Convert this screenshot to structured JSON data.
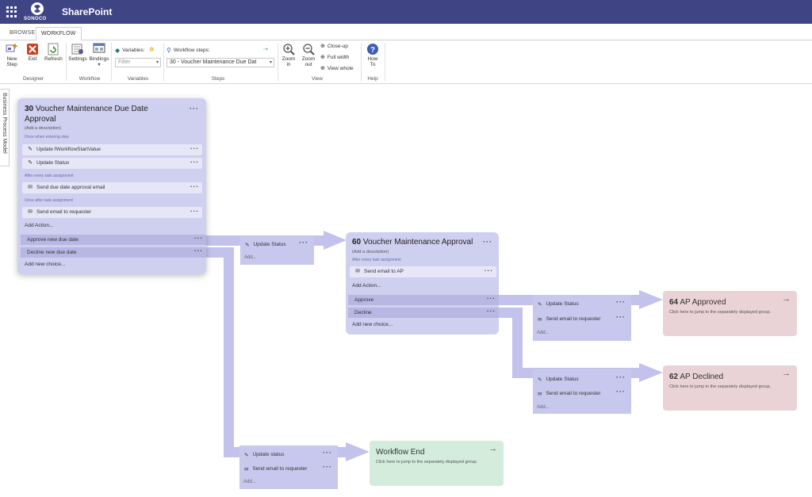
{
  "app": {
    "suite_title": "SharePoint",
    "logo_text": "SONOCO"
  },
  "tabs": [
    "BROWSE",
    "WORKFLOW"
  ],
  "ribbon": {
    "designer": {
      "new_step_1": "New",
      "new_step_2": "Step",
      "exit": "Exit",
      "refresh": "Refresh",
      "group": "Designer"
    },
    "workflow": {
      "settings": "Settings",
      "bindings": "Bindings",
      "group": "Workflow"
    },
    "variables": {
      "label": "Variables:",
      "filter_placeholder": "Filter",
      "group": "Variables"
    },
    "steps": {
      "label": "Workflow steps:",
      "selected": "30 - Voucher Maintenance Due Dat",
      "group": "Steps"
    },
    "view": {
      "zoom_in_1": "Zoom",
      "zoom_in_2": "in",
      "zoom_out_1": "Zoom",
      "zoom_out_2": "out",
      "close_up": "Close-up",
      "full_width": "Full width",
      "view_whole": "View whole",
      "group": "View"
    },
    "help": {
      "how_to_1": "How",
      "how_to_2": "To",
      "group": "Help"
    }
  },
  "side_tab": "Business Process Model",
  "step30": {
    "number": "30",
    "title_1": "Voucher Maintenance Due Date",
    "title_2": "Approval",
    "desc": "(Add a description)",
    "sec1": "Once when entering step",
    "a1": "Update fWorkflowStartValue",
    "a2": "Update Status",
    "sec2": "After every task assignment",
    "a3": "Send due date approval email",
    "sec3": "Once after task assignment",
    "a4": "Send email to requester",
    "add_action": "Add Action...",
    "c1": "Approve new due date",
    "c2": "Decline new due date",
    "add_choice": "Add new choice..."
  },
  "step60": {
    "number": "60",
    "title": "Voucher Maintenance Approval",
    "desc": "(Add a description)",
    "sec1": "After every task assignment",
    "a1": "Send email to AP",
    "add_action": "Add Action...",
    "c1": "Approve",
    "c2": "Decline",
    "add_choice": "Add new choice..."
  },
  "transitions": {
    "approve30": {
      "a1": "Update Status",
      "add": "Add..."
    },
    "approve60": {
      "a1": "Update Status",
      "a2": "Send email to requester",
      "add": "Add..."
    },
    "decline60": {
      "a1": "Update Status",
      "a2": "Send email to requester",
      "add": "Add..."
    },
    "decline30": {
      "a1": "Update status",
      "a2": "Send email to requester",
      "add": "Add..."
    }
  },
  "groups": {
    "approved": {
      "number": "64",
      "title": "AP Approved",
      "sub": "Click here to jump to the separately displayed group."
    },
    "declined": {
      "number": "62",
      "title": "AP Declined",
      "sub": "Click here to jump to the separately displayed group."
    },
    "end": {
      "title": "Workflow End",
      "sub": "Click here to jump to the separately displayed group."
    }
  },
  "colors": {
    "suite_bar": "#3f4484",
    "step_card": "#cfcff0",
    "arrow": "#c2c2ed",
    "approved": "#ead3d7",
    "end": "#d3ecdc"
  }
}
